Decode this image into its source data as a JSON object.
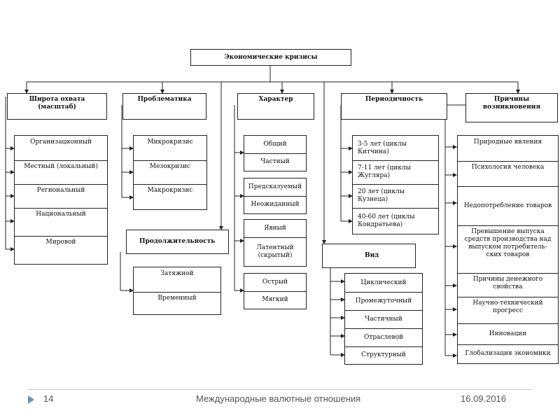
{
  "title": "Экономические кризисы",
  "groups": {
    "scope": {
      "header": "Широта охвата (масштаб)",
      "items": [
        "Организационный",
        "Местный (локальный)",
        "Региональный",
        "Национальный",
        "Мировой"
      ]
    },
    "problems": {
      "header": "Проблематика",
      "items": [
        "Микрокризис",
        "Мезокризис",
        "Макрокризис"
      ]
    },
    "duration": {
      "header": "Продолжительность",
      "items": [
        "Затяжной",
        "Временный"
      ]
    },
    "character": {
      "header": "Характер",
      "pairs": [
        [
          "Общий",
          "Частный"
        ],
        [
          "Предсказуемый",
          "Неожиданный"
        ],
        [
          "Явный",
          "Латентный (скрытый)"
        ],
        [
          "Острый",
          "Мягкий"
        ]
      ]
    },
    "kind": {
      "header": "Вид",
      "items": [
        "Циклический",
        "Промежуточный",
        "Частичный",
        "Отраслевой",
        "Структурный"
      ]
    },
    "periodicity": {
      "header": "Периодичность",
      "items": [
        "3-5 лет (циклы Китчина)",
        "7-11 лет (циклы Жугляра)",
        "20 лет (циклы Кузнеца)",
        "40-60 лет (циклы Кондратьева)"
      ]
    },
    "causes": {
      "header": "Причины возникновения",
      "items": [
        "Природные явления",
        "Психология человека",
        "Недопотребление товаров",
        "Превышение выпуска средств производства над выпуском потребитель-ских товаров",
        "Причины денежного свойства",
        "Научно-технический прогресс",
        "Инновации",
        "Глобализация экономики"
      ]
    }
  },
  "footer": {
    "page_number": "14",
    "subject": "Международные валютные отношения",
    "date": "16.09.2016"
  }
}
